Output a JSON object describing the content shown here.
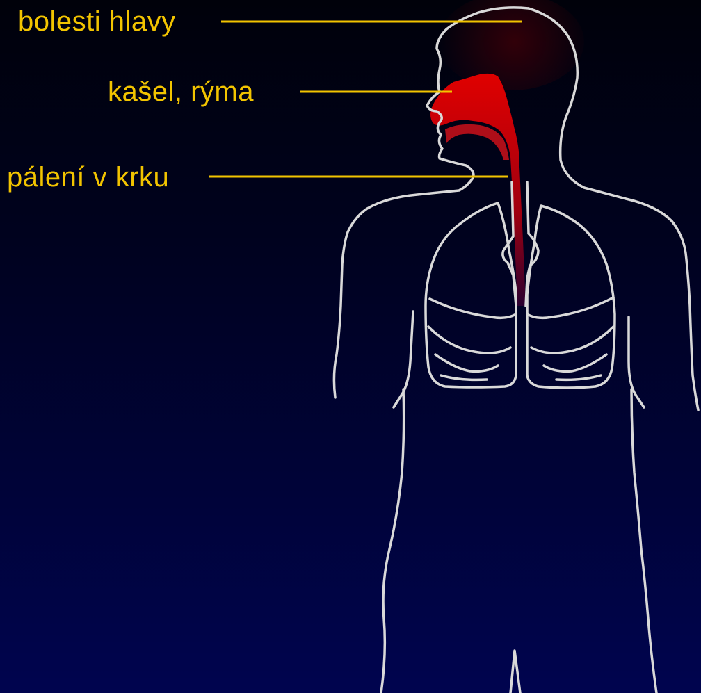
{
  "diagram": {
    "background_color": "#000235",
    "outline_color": "#d9d9d9",
    "airway_color": "#e00000",
    "label_color": "#f2c400",
    "leader_color": "#f2c400",
    "labels": [
      {
        "id": "headache",
        "text": "bolesti hlavy"
      },
      {
        "id": "cough-cold",
        "text": "kašel, rýma"
      },
      {
        "id": "throat-burning",
        "text": "pálení v krku"
      }
    ]
  }
}
